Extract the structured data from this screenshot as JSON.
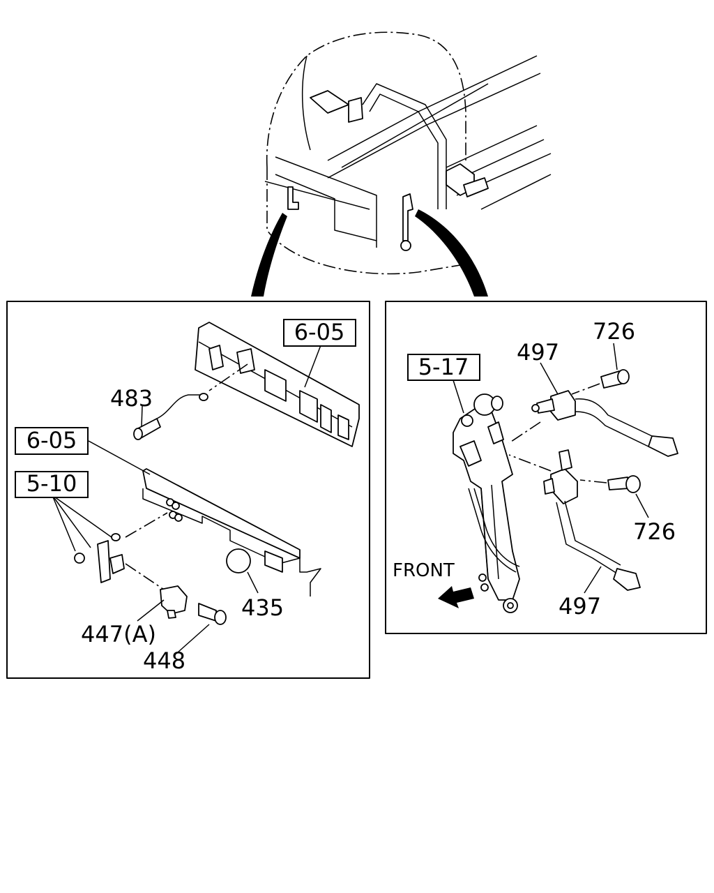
{
  "left_panel": {
    "refs": [
      "6-05",
      "6-05",
      "5-10"
    ],
    "parts": [
      "483",
      "435",
      "447(A)",
      "448"
    ]
  },
  "right_panel": {
    "refs": [
      "5-17"
    ],
    "parts": [
      "726",
      "497",
      "726",
      "497"
    ],
    "direction_label": "FRONT"
  }
}
